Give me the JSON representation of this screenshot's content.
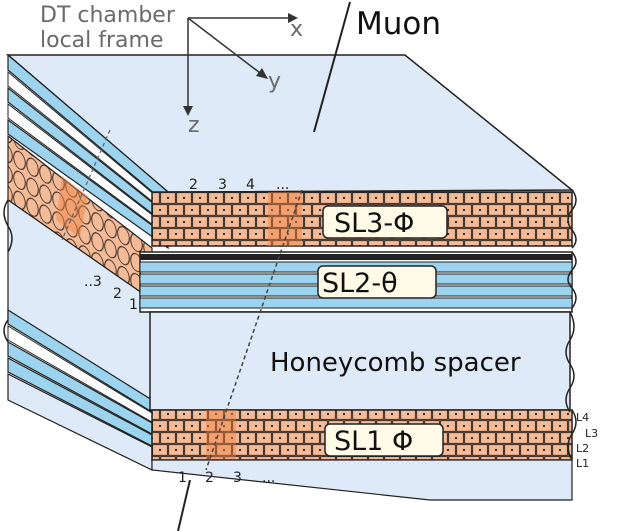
{
  "frame": {
    "title_line1": "DT chamber",
    "title_line2": "local frame",
    "axis_x": "x",
    "axis_y": "y",
    "axis_z": "z"
  },
  "muon_label": "Muon",
  "superlayers": {
    "sl3": "SL3-Φ",
    "sl2": "SL2-θ",
    "sl1": "SL1 Φ"
  },
  "spacer_label": "Honeycomb spacer",
  "cell_numbers": {
    "top": [
      "2",
      "3",
      "4",
      "..."
    ],
    "side": [
      "..3",
      "2",
      "1"
    ],
    "bottom": [
      "1",
      "2",
      "3",
      "..."
    ]
  },
  "layer_labels": [
    "L4",
    "L3",
    "L2",
    "L1"
  ],
  "colors": {
    "panel": "#deeaf7",
    "cell": "#f4bb98",
    "blue_layer": "#9cd3ee",
    "track": "#f08040"
  }
}
